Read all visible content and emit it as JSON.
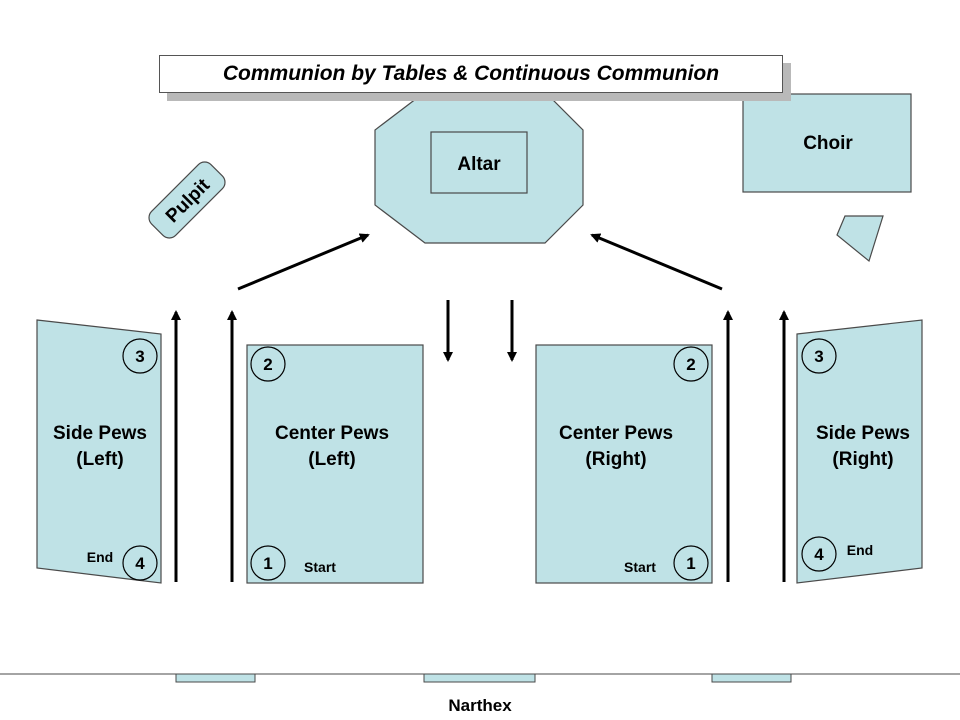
{
  "title": "Communion by Tables & Continuous Communion",
  "colors": {
    "fill": "#bfe2e6",
    "stroke": "#4a4a4a",
    "arrow": "#000000"
  },
  "altar": "Altar",
  "choir": "Choir",
  "pulpit": "Pulpit",
  "side_pews_left": {
    "line1": "Side Pews",
    "line2": "(Left)",
    "top_number": "3",
    "bottom_number": "4",
    "end_label": "End"
  },
  "center_pews_left": {
    "line1": "Center Pews",
    "line2": "(Left)",
    "top_number": "2",
    "bottom_number": "1",
    "start_label": "Start"
  },
  "center_pews_right": {
    "line1": "Center Pews",
    "line2": "(Right)",
    "top_number": "2",
    "bottom_number": "1",
    "start_label": "Start"
  },
  "side_pews_right": {
    "line1": "Side Pews",
    "line2": "(Right)",
    "top_number": "3",
    "bottom_number": "4",
    "end_label": "End"
  },
  "narthex": "Narthex"
}
